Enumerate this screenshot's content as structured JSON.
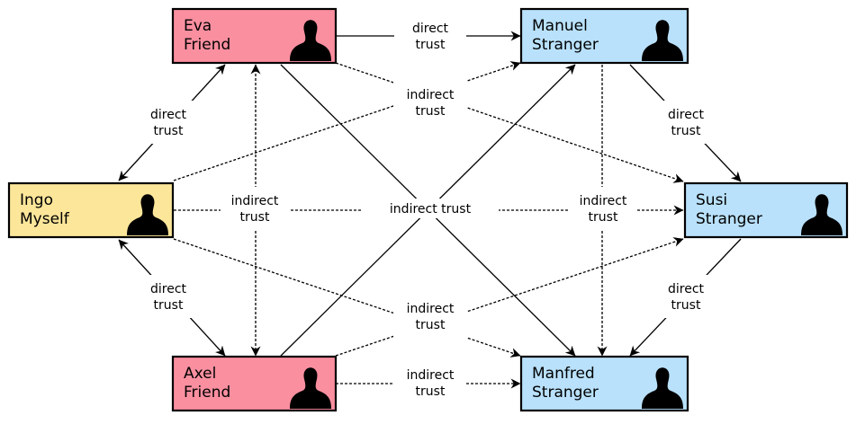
{
  "colors": {
    "friend": "#fa8fa0",
    "stranger": "#b9e1fb",
    "self": "#fce69a",
    "border": "#000000",
    "label_bg": "#ffffff"
  },
  "nodes": {
    "eva": {
      "line1": "Eva",
      "line2": "Friend",
      "role": "friend",
      "icon": "person-silhouette-icon"
    },
    "manuel": {
      "line1": "Manuel",
      "line2": "Stranger",
      "role": "stranger",
      "icon": "person-silhouette-icon"
    },
    "ingo": {
      "line1": "Ingo",
      "line2": "Myself",
      "role": "self",
      "icon": "person-silhouette-icon"
    },
    "susi": {
      "line1": "Susi",
      "line2": "Stranger",
      "role": "stranger",
      "icon": "person-silhouette-icon"
    },
    "axel": {
      "line1": "Axel",
      "line2": "Friend",
      "role": "friend",
      "icon": "person-silhouette-icon"
    },
    "manfred": {
      "line1": "Manfred",
      "line2": "Stranger",
      "role": "stranger",
      "icon": "person-silhouette-icon"
    }
  },
  "edges": [
    {
      "from": "eva",
      "to": "manuel",
      "style": "solid",
      "bidirectional": false
    },
    {
      "from": "eva",
      "to": "ingo",
      "style": "solid",
      "bidirectional": true
    },
    {
      "from": "ingo",
      "to": "axel",
      "style": "solid",
      "bidirectional": true
    },
    {
      "from": "manuel",
      "to": "susi",
      "style": "solid",
      "bidirectional": false
    },
    {
      "from": "susi",
      "to": "manfred",
      "style": "solid",
      "bidirectional": false
    },
    {
      "from": "eva",
      "to": "manfred",
      "style": "solid",
      "bidirectional": false
    },
    {
      "from": "axel",
      "to": "manuel",
      "style": "solid",
      "bidirectional": false
    },
    {
      "from": "ingo",
      "to": "manuel",
      "style": "dashed",
      "bidirectional": false
    },
    {
      "from": "eva",
      "to": "susi",
      "style": "dashed",
      "bidirectional": false
    },
    {
      "from": "ingo",
      "to": "susi",
      "style": "dashed",
      "bidirectional": false
    },
    {
      "from": "eva",
      "to": "axel",
      "style": "dashed",
      "bidirectional": true
    },
    {
      "from": "ingo",
      "to": "manfred",
      "style": "dashed",
      "bidirectional": false
    },
    {
      "from": "axel",
      "to": "susi",
      "style": "dashed",
      "bidirectional": false
    },
    {
      "from": "axel",
      "to": "manfred",
      "style": "dashed",
      "bidirectional": false
    },
    {
      "from": "manuel",
      "to": "manfred",
      "style": "dashed",
      "bidirectional": false
    }
  ],
  "labels": {
    "eva_manuel": [
      "direct",
      "trust"
    ],
    "eva_ingo": [
      "direct",
      "trust"
    ],
    "ingo_axel": [
      "direct",
      "trust"
    ],
    "manuel_susi": [
      "direct",
      "trust"
    ],
    "susi_manfred": [
      "direct",
      "trust"
    ],
    "indirect_top": [
      "indirect",
      "trust"
    ],
    "indirect_bottom": [
      "indirect",
      "trust"
    ],
    "indirect_left": [
      "indirect",
      "trust"
    ],
    "indirect_middle": [
      "indirect trust"
    ],
    "indirect_right": [
      "indirect",
      "trust"
    ],
    "axel_manfred": [
      "indirect",
      "trust"
    ]
  }
}
